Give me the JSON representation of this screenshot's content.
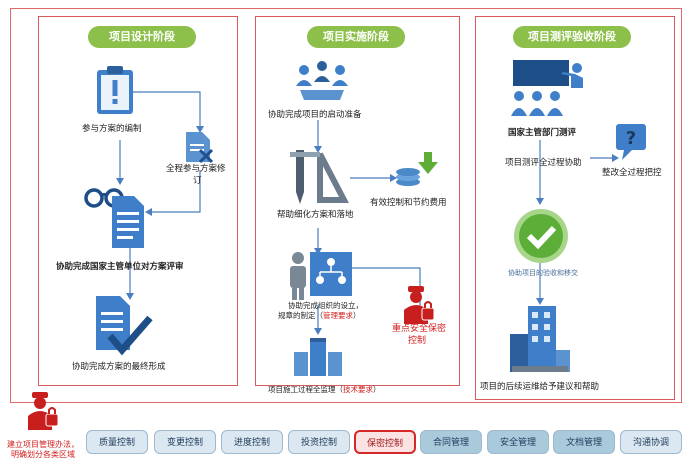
{
  "columns": [
    {
      "title": "项目设计阶段"
    },
    {
      "title": "项目实施阶段"
    },
    {
      "title": "项目测评验收阶段"
    }
  ],
  "design": {
    "step1": "参与方案的编制",
    "side": "全程参与方案修订",
    "step2": "协助完成国家主管单位对方案评审",
    "step3": "协助完成方案的最终形成"
  },
  "impl": {
    "step1": "协助完成项目的启动准备",
    "step2": "帮助细化方案和落地",
    "side1": "有效控制和节约费用",
    "step3a": "协助完成组织的设立，",
    "step3b": "规章的制定（",
    "step3c": "管理要求",
    "step3d": "）",
    "side2a": "重点安全保密",
    "side2b": "控制",
    "step4a": "项目施工过程全监理（",
    "step4b": "技术要求",
    "step4c": "）"
  },
  "accept": {
    "step1": "国家主管部门测评",
    "step2": "项目测评全过程协助",
    "side": "整改全过程把控",
    "step3": "协助项目的验收和移交",
    "step4": "项目的后续运维给予建议和帮助"
  },
  "footer": {
    "note": "建立项目管理办法，明确划分各类区域",
    "tabs": [
      "质量控制",
      "变更控制",
      "进度控制",
      "投资控制",
      "保密控制",
      "合同管理",
      "安全管理",
      "文档管理",
      "沟通协调"
    ],
    "active_tab": "保密控制"
  },
  "colors": {
    "border": "#d85b5b",
    "pill": "#8cc04a",
    "icon_blue": "#3f7fc9",
    "tab_active": "#d62828"
  }
}
